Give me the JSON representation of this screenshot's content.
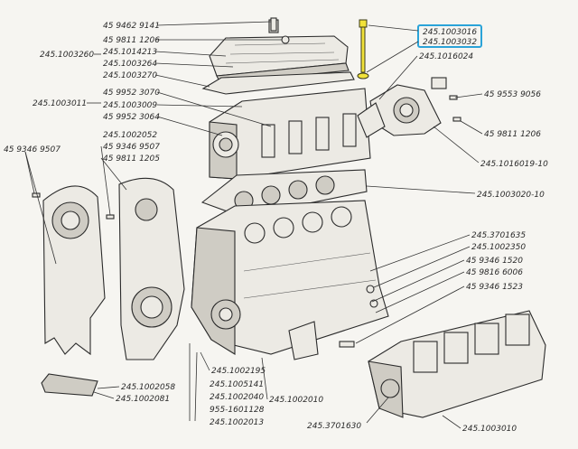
{
  "highlight": {
    "color": "#2aa3d8",
    "bolt_color": "#f1e23a"
  },
  "labels": {
    "l01": "45 9462 9141",
    "l02": "45 9811 1206",
    "l03": "245.1014213",
    "l04": "245.1003264",
    "l05": "245.1003260",
    "l06": "245.1003270",
    "l07": "245.1003016",
    "l08": "245.1003032",
    "l09": "245.1016024",
    "l10": "245.1003011",
    "l11": "45 9952 3070",
    "l12": "245.1003009",
    "l13": "45 9952 3064",
    "l14": "45 9553 9056",
    "l15": "45 9811 1206",
    "l16": "245.1002052",
    "l17": "45 9346 9507",
    "l18": "45 9346 9507",
    "l19": "45 9811 1205",
    "l20": "245.1016019-10",
    "l21": "245.1003020-10",
    "l22": "245.3701635",
    "l23": "245.1002350",
    "l24": "45 9346 1520",
    "l25": "45 9816 6006",
    "l26": "45 9346 1523",
    "l27": "245.1002058",
    "l28": "245.1002081",
    "l29": "245.1002195",
    "l30": "245.1005141",
    "l31": "245.1002040",
    "l32": "955-1601128",
    "l33": "245.1002013",
    "l34": "245.1002010",
    "l35": "245.3701630",
    "l36": "245.1003010"
  }
}
